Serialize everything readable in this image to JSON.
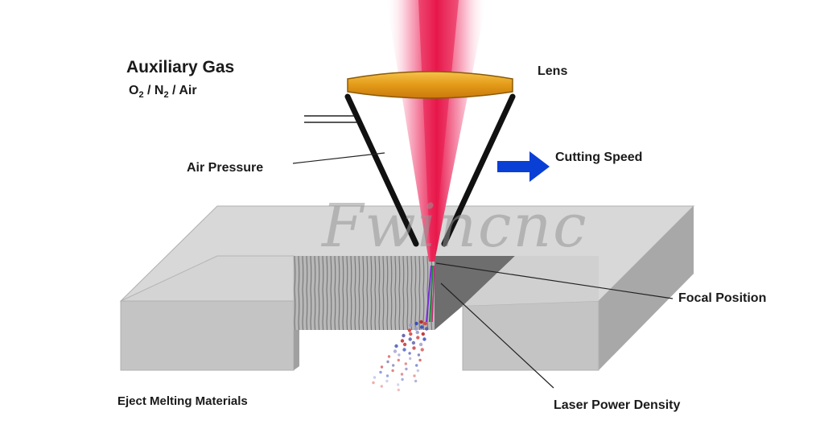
{
  "labels": {
    "auxiliary_gas": "Auxiliary Gas",
    "gas_formula": {
      "o": "O",
      "o_sub": "2",
      "sep1": " / ",
      "n": "N",
      "n_sub": "2",
      "sep2": " / ",
      "air": "Air"
    },
    "lens": "Lens",
    "air_pressure": "Air Pressure",
    "cutting_speed": "Cutting Speed",
    "focal_position": "Focal Position",
    "eject_melting_materials": "Eject Melting Materials",
    "laser_power_density": "Laser Power Density"
  },
  "watermark": "Fwincnc",
  "colors": {
    "laser_core": "#e8174a",
    "laser_edge": "#fbd0dc",
    "lens_fill": "#e8a020",
    "arrow": "#0a3fd6",
    "plate_top": "#d8d8d8",
    "plate_front": "#c4c4c4",
    "plate_side": "#a8a8a8",
    "kerf_shadow": "#6e6e6e"
  }
}
